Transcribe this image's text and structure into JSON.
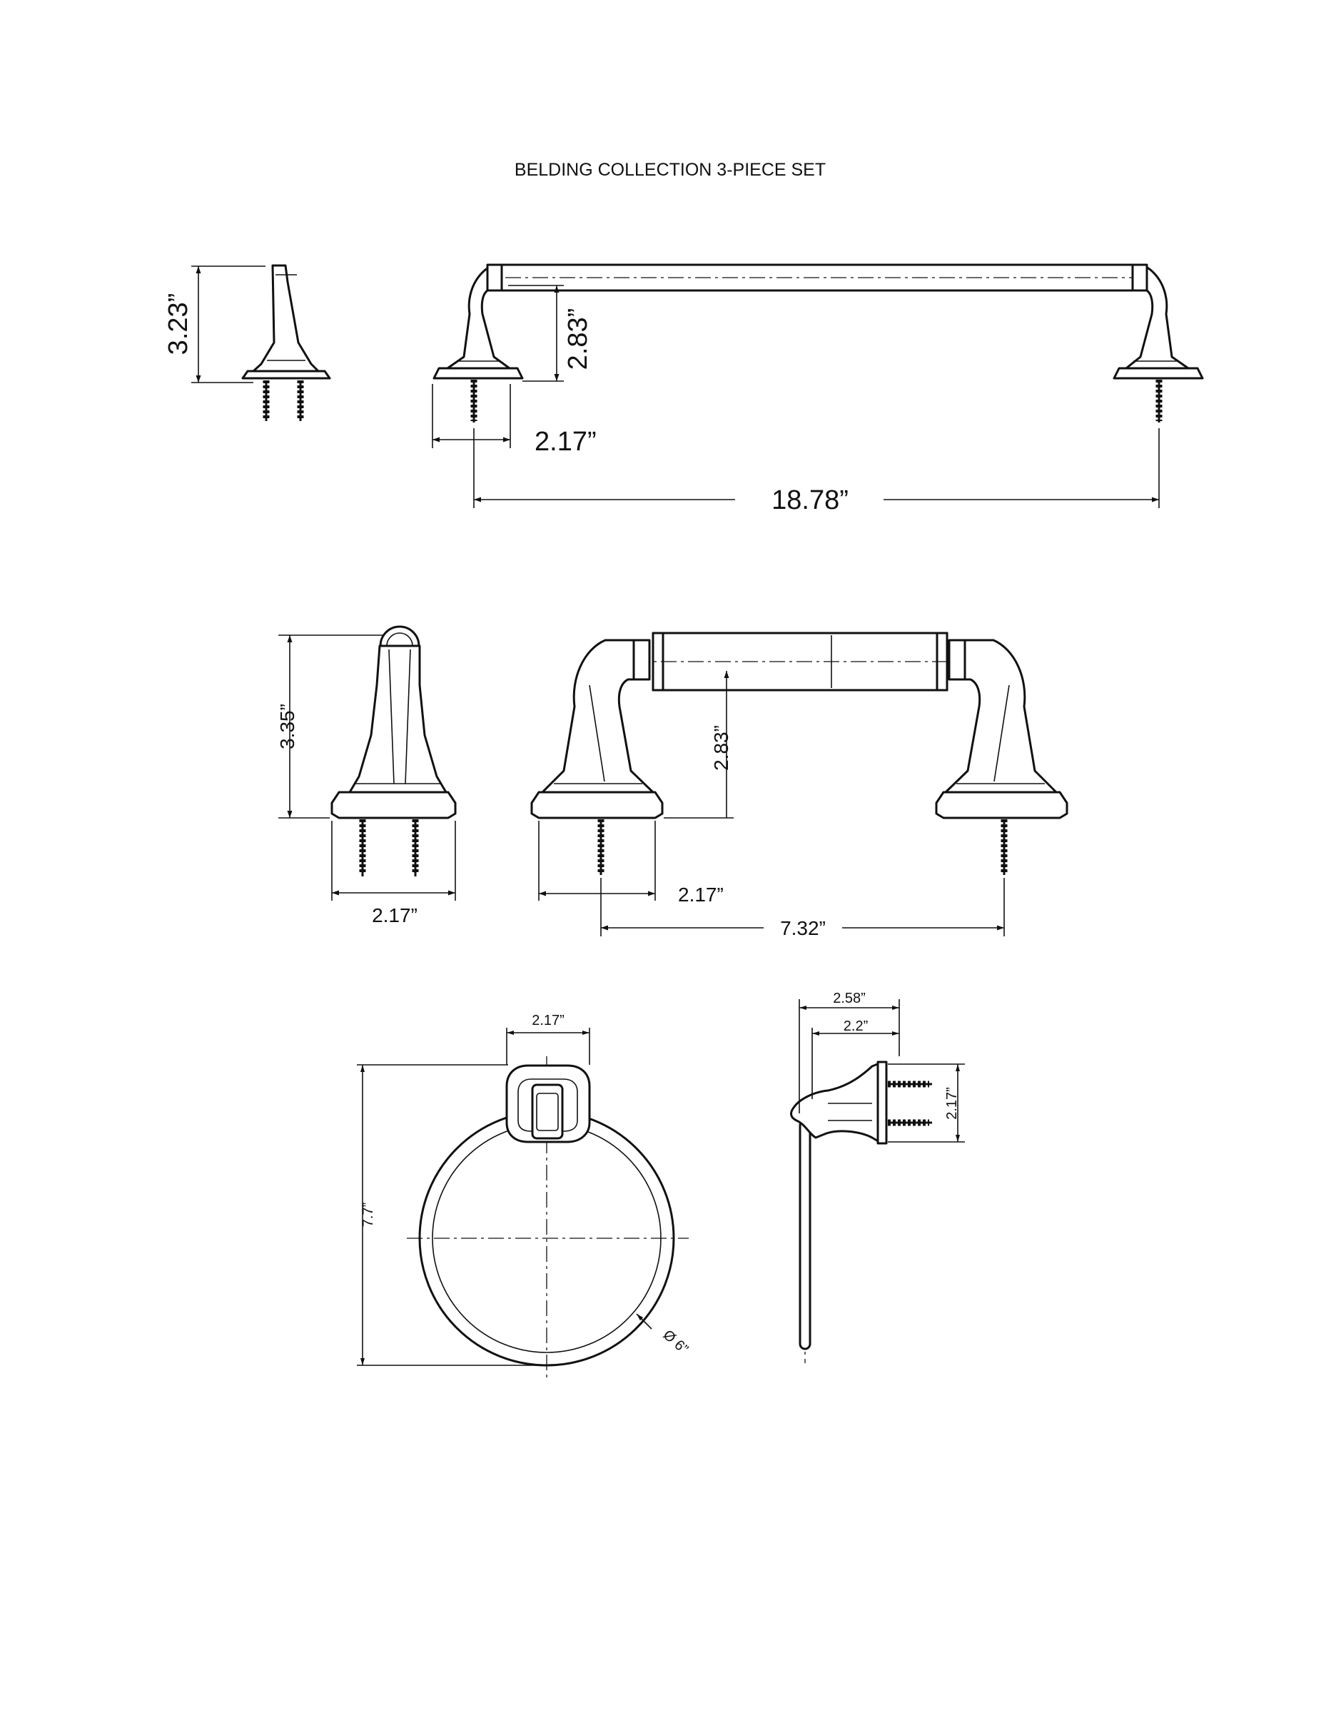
{
  "title": "BELDING COLLECTION 3-PIECE SET",
  "towel_bar": {
    "side_height": "3.23”",
    "post_height": "2.83”",
    "base_width": "2.17”",
    "overall_length": "18.78”"
  },
  "paper_holder": {
    "side_height": "3.35”",
    "side_base_width": "2.17”",
    "post_height": "2.83”",
    "base_width": "2.17”",
    "overall_length": "7.32”"
  },
  "towel_ring": {
    "mount_width": "2.17”",
    "overall_height": "7.7”",
    "ring_diameter": "Ø 6”",
    "side_projection": "2.58”",
    "side_inner_projection": "2.2”",
    "side_mount_height": "2.17”"
  }
}
